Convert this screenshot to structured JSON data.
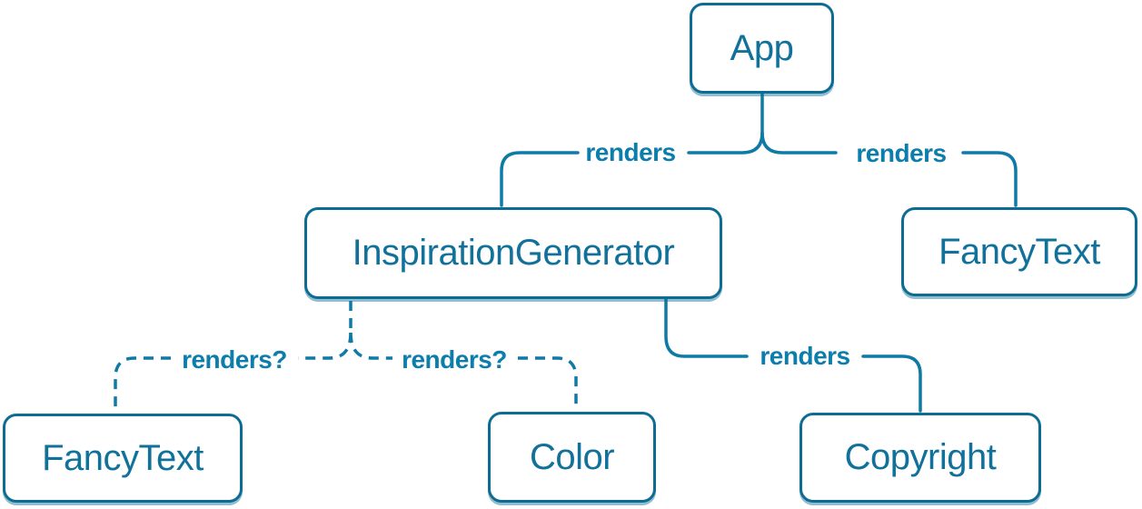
{
  "diagram": {
    "description": "React render tree diagram",
    "nodes": {
      "app": {
        "label": "App"
      },
      "inspiration_generator": {
        "label": "InspirationGenerator"
      },
      "fancy_text_top": {
        "label": "FancyText"
      },
      "fancy_text_bottom": {
        "label": "FancyText"
      },
      "color": {
        "label": "Color"
      },
      "copyright": {
        "label": "Copyright"
      }
    },
    "edges": {
      "app_inspiration": {
        "label": "renders",
        "style": "solid"
      },
      "app_fancytext": {
        "label": "renders",
        "style": "solid"
      },
      "inspiration_fancytext": {
        "label": "renders?",
        "style": "dashed"
      },
      "inspiration_color": {
        "label": "renders?",
        "style": "dashed"
      },
      "inspiration_copyright": {
        "label": "renders",
        "style": "solid"
      }
    },
    "colors": {
      "line": "#0f7aa6",
      "label_text": "#0d7dab",
      "node_text": "#11719a",
      "node_border": "#0d6c94",
      "node_fill": "#ffffff",
      "background": "#ffffff"
    }
  }
}
